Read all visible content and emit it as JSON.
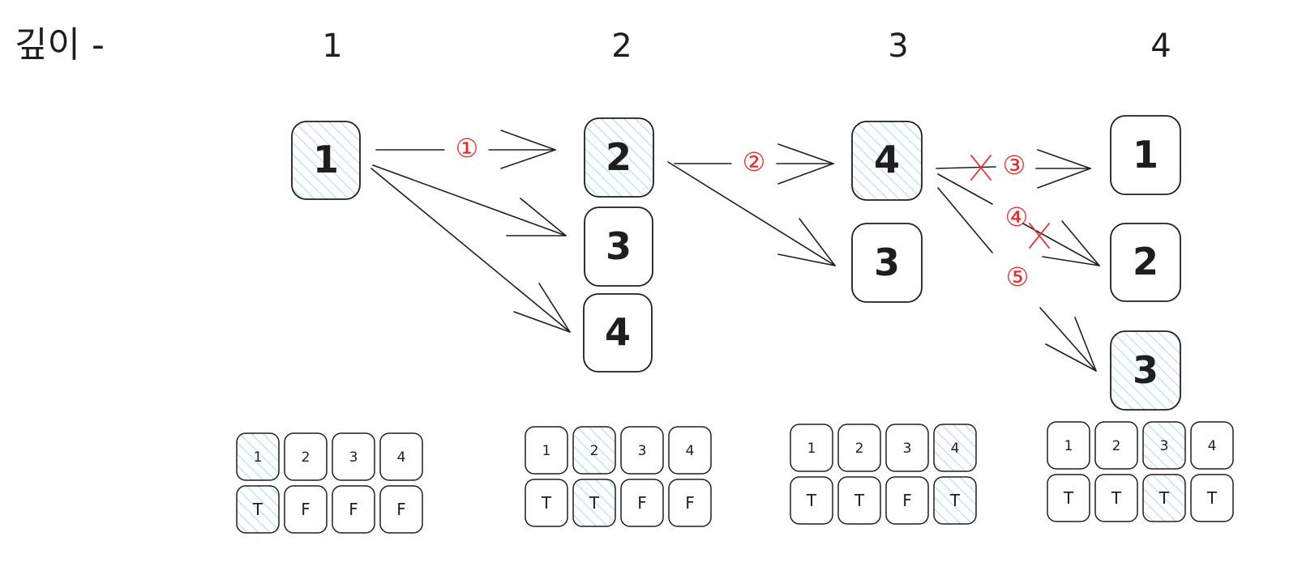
{
  "depth_label": "깊이 -",
  "depths": [
    "1",
    "2",
    "3",
    "4"
  ],
  "colors": {
    "ink": "#1e1e1e",
    "accent": "#e03131",
    "hatch": "#a5d8ff"
  },
  "columns": [
    {
      "depth": "1",
      "nodes": [
        {
          "label": "1",
          "visited": true
        }
      ],
      "table": {
        "keys": [
          "1",
          "2",
          "3",
          "4"
        ],
        "values": [
          "T",
          "F",
          "F",
          "F"
        ],
        "highlight": 0
      }
    },
    {
      "depth": "2",
      "nodes": [
        {
          "label": "2",
          "visited": true
        },
        {
          "label": "3",
          "visited": false
        },
        {
          "label": "4",
          "visited": false
        }
      ],
      "table": {
        "keys": [
          "1",
          "2",
          "3",
          "4"
        ],
        "values": [
          "T",
          "T",
          "F",
          "F"
        ],
        "highlight": 1
      }
    },
    {
      "depth": "3",
      "nodes": [
        {
          "label": "4",
          "visited": true
        },
        {
          "label": "3",
          "visited": false
        }
      ],
      "table": {
        "keys": [
          "1",
          "2",
          "3",
          "4"
        ],
        "values": [
          "T",
          "T",
          "F",
          "T"
        ],
        "highlight": 3
      }
    },
    {
      "depth": "4",
      "nodes": [
        {
          "label": "1",
          "visited": false
        },
        {
          "label": "2",
          "visited": false
        },
        {
          "label": "3",
          "visited": true
        }
      ],
      "table": {
        "keys": [
          "1",
          "2",
          "3",
          "4"
        ],
        "values": [
          "T",
          "T",
          "T",
          "T"
        ],
        "highlight": 2
      }
    }
  ],
  "steps": [
    "①",
    "②",
    "③",
    "④",
    "⑤"
  ],
  "blocked_steps": [
    "③",
    "④"
  ]
}
